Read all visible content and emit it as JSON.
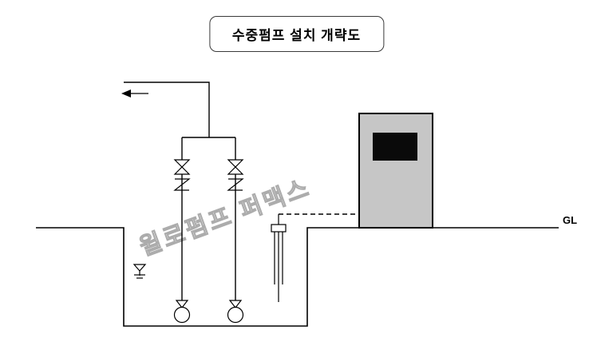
{
  "title": "수중펌프 설치 개략도",
  "labels": {
    "ground_level": "GL",
    "watermark": "윌로펌프 퍼맥스"
  },
  "colors": {
    "line": "#000000",
    "panel_body": "#c6c6c6",
    "panel_display": "#0a0a0a",
    "watermark": "#a8a8a8"
  },
  "diagram": {
    "type": "schematic",
    "components": [
      "discharge-pipe",
      "flow-arrow-icon",
      "gate-valve-icon-left",
      "check-valve-icon-left",
      "gate-valve-icon-right",
      "check-valve-icon-right",
      "submersible-pump-icon-left",
      "submersible-pump-icon-right",
      "pit-outline",
      "ground-line",
      "water-level-icon",
      "level-sensor-icon",
      "sensor-cable-dashed-line",
      "control-panel",
      "control-panel-display"
    ]
  }
}
